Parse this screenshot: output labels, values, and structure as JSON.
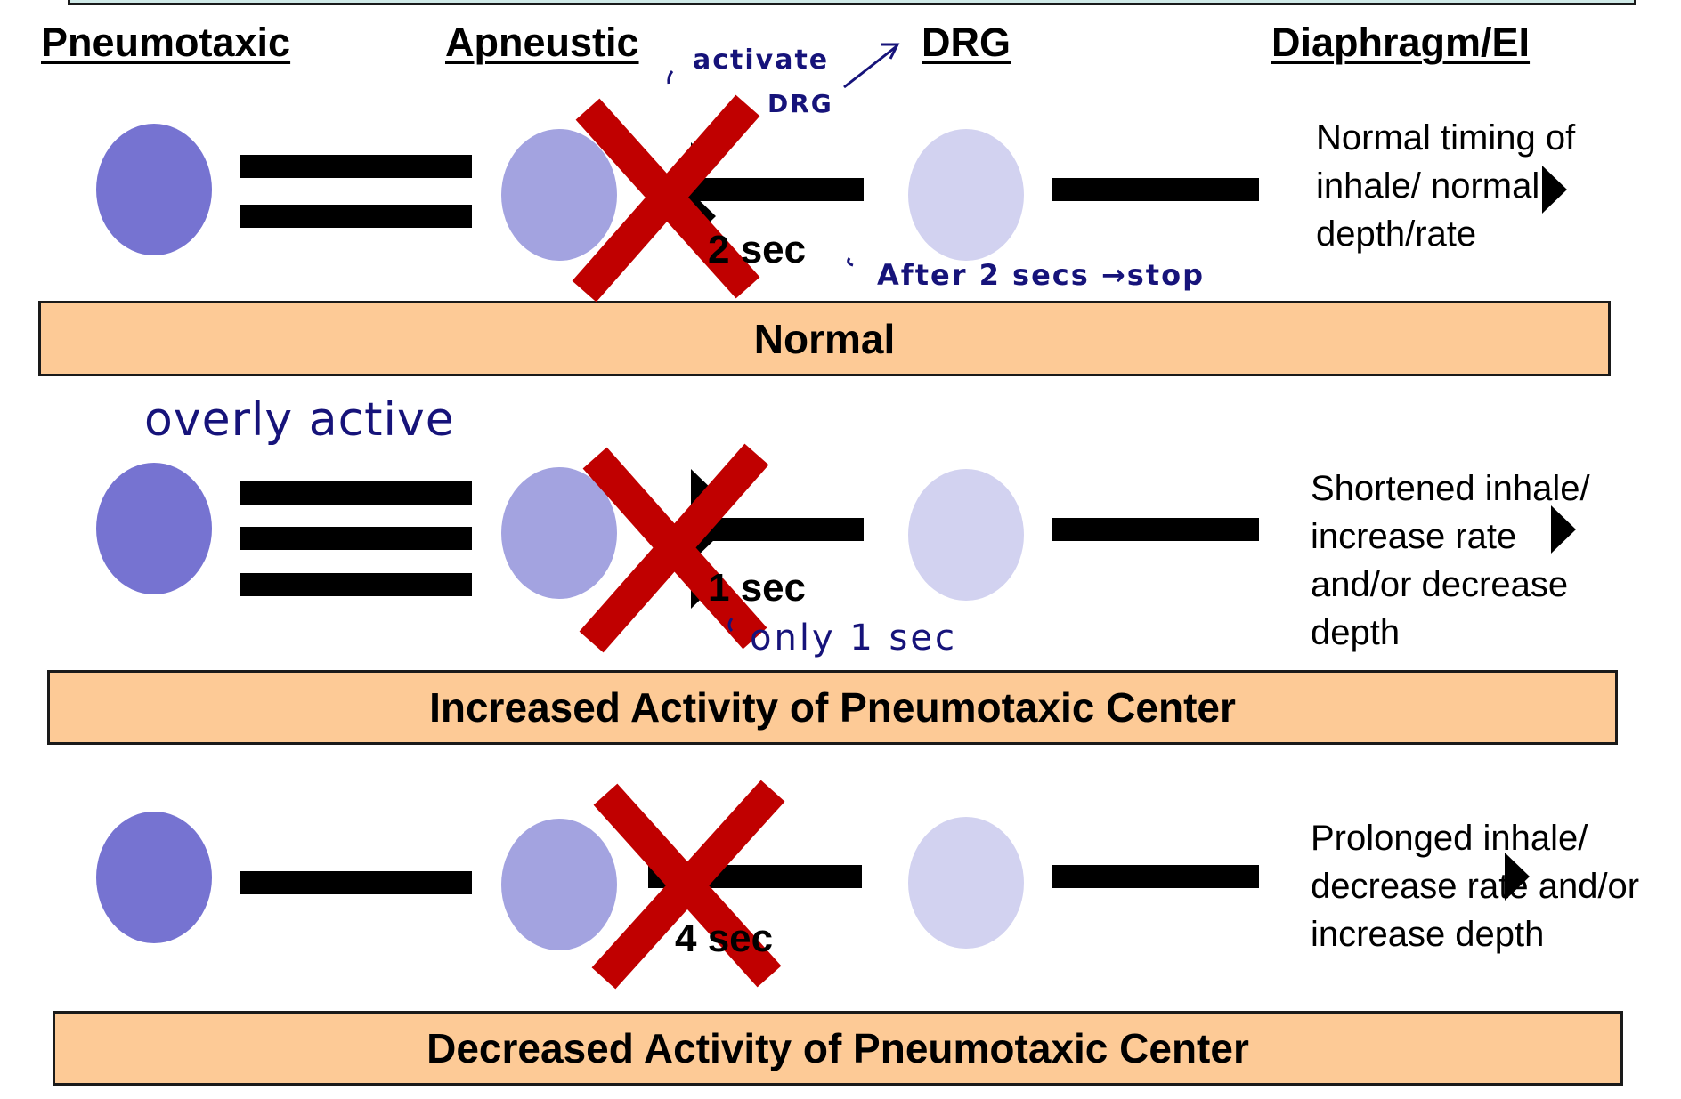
{
  "headers": {
    "pneumotaxic": "Pneumotaxic",
    "apneustic": "Apneustic",
    "drg": "DRG",
    "diaphragm": "Diaphragm/EI"
  },
  "colors": {
    "pneumotaxic_circle": "#7673d1",
    "apneustic_circle": "#a3a3e0",
    "drg_circle": "#d2d2f0",
    "cross": "#c00000",
    "banner": "#fdca96",
    "top_box": "#cfe9e7",
    "handwriting": "#16137a"
  },
  "rows": [
    {
      "pneumotaxic_arrows": 2,
      "duration": "2 sec",
      "result": "Normal timing of\ninhale/ normal\ndepth/rate",
      "banner": "Normal"
    },
    {
      "pneumotaxic_arrows": 3,
      "duration": "1 sec",
      "result": "Shortened inhale/\nincrease rate\nand/or decrease\ndepth",
      "banner": "Increased Activity of Pneumotaxic Center"
    },
    {
      "pneumotaxic_arrows": 1,
      "duration": "4 sec",
      "result": "Prolonged inhale/\ndecrease rate and/or\nincrease depth",
      "banner": "Decreased Activity of Pneumotaxic Center"
    }
  ],
  "handwritten_notes": {
    "activate": "activate",
    "drg": "DRG",
    "after": "After 2 secs →stop",
    "overly_active": "overly active",
    "only_one_sec": "only 1 sec"
  },
  "icons": [
    "arrow-right-icon",
    "x-cross-icon"
  ]
}
